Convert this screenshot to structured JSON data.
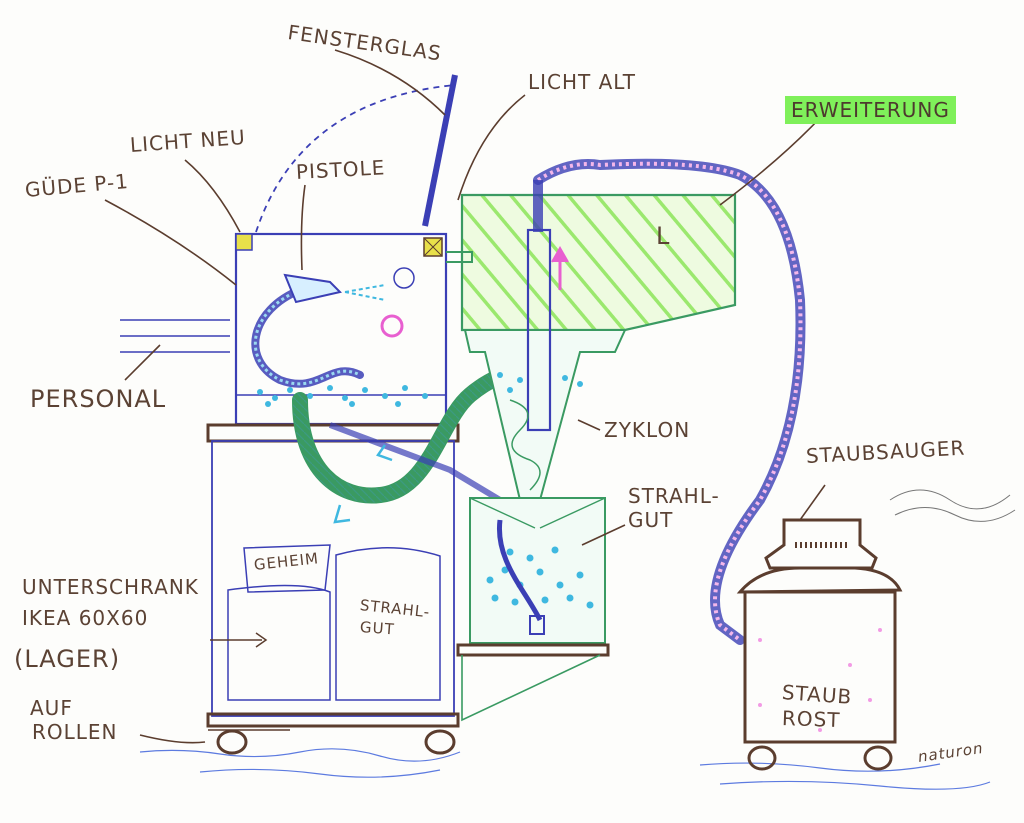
{
  "labels": {
    "fensterglas": "FENSTERGLAS",
    "licht_alt": "LICHT ALT",
    "licht_neu": "LICHT NEU",
    "pistole": "PISTOLE",
    "guede": "GÜDE P-1",
    "erweiterung": "ERWEITERUNG",
    "erweiterung_mark": "L",
    "personal": "PERSONAL",
    "zyklon": "ZYKLON",
    "staubsauger": "STAUBSAUGER",
    "strahlgut_1": "STRAHL-",
    "strahlgut_2": "GUT",
    "geheim": "GEHEIM",
    "lager_strahl_1": "STRAHL-",
    "lager_strahl_2": "GUT",
    "unterschrank": "UNTERSCHRANK",
    "ikea": "IKEA 60X60",
    "lager": "(LAGER)",
    "auf": "AUF",
    "rollen": "ROLLEN",
    "staub_1": "STAUB",
    "staub_2": "ROST",
    "signature": "naturon"
  },
  "colors": {
    "ink_brown": "#5b3d2e",
    "ink_blue": "#3b3fb5",
    "ink_cyan": "#3fb8e0",
    "ink_green": "#3a9a62",
    "highlight_green": "#8eea5f",
    "accent_pink": "#e85fd0",
    "lamp_yellow": "#e8e04a"
  }
}
